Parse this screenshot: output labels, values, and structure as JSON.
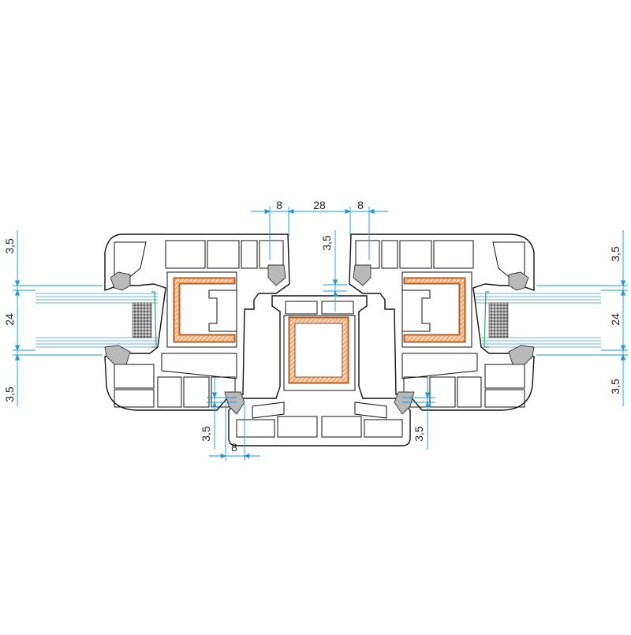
{
  "diagram": {
    "kind": "window profile cross-section with dimensions",
    "colors": {
      "dimension": "#1a9ad6",
      "profile_outline": "#111111",
      "steel_reinforcement": "#f08a3c",
      "gasket": "#b9b9b9",
      "glass": "#3a9ad1",
      "glazing_bead": "#2fa36b"
    },
    "dimensions": {
      "top_left_8": "8",
      "top_mid_28": "28",
      "top_right_8": "8",
      "center_3_5": "3,5",
      "left_top_3_5": "3,5",
      "left_24": "24",
      "left_bottom_3_5": "3,5",
      "right_top_3_5": "3,5",
      "right_24": "24",
      "right_bottom_3_5": "3,5",
      "bottom_left_3_5": "3,5",
      "bottom_left_8": "8",
      "bottom_right_3_5": "3,5"
    }
  }
}
